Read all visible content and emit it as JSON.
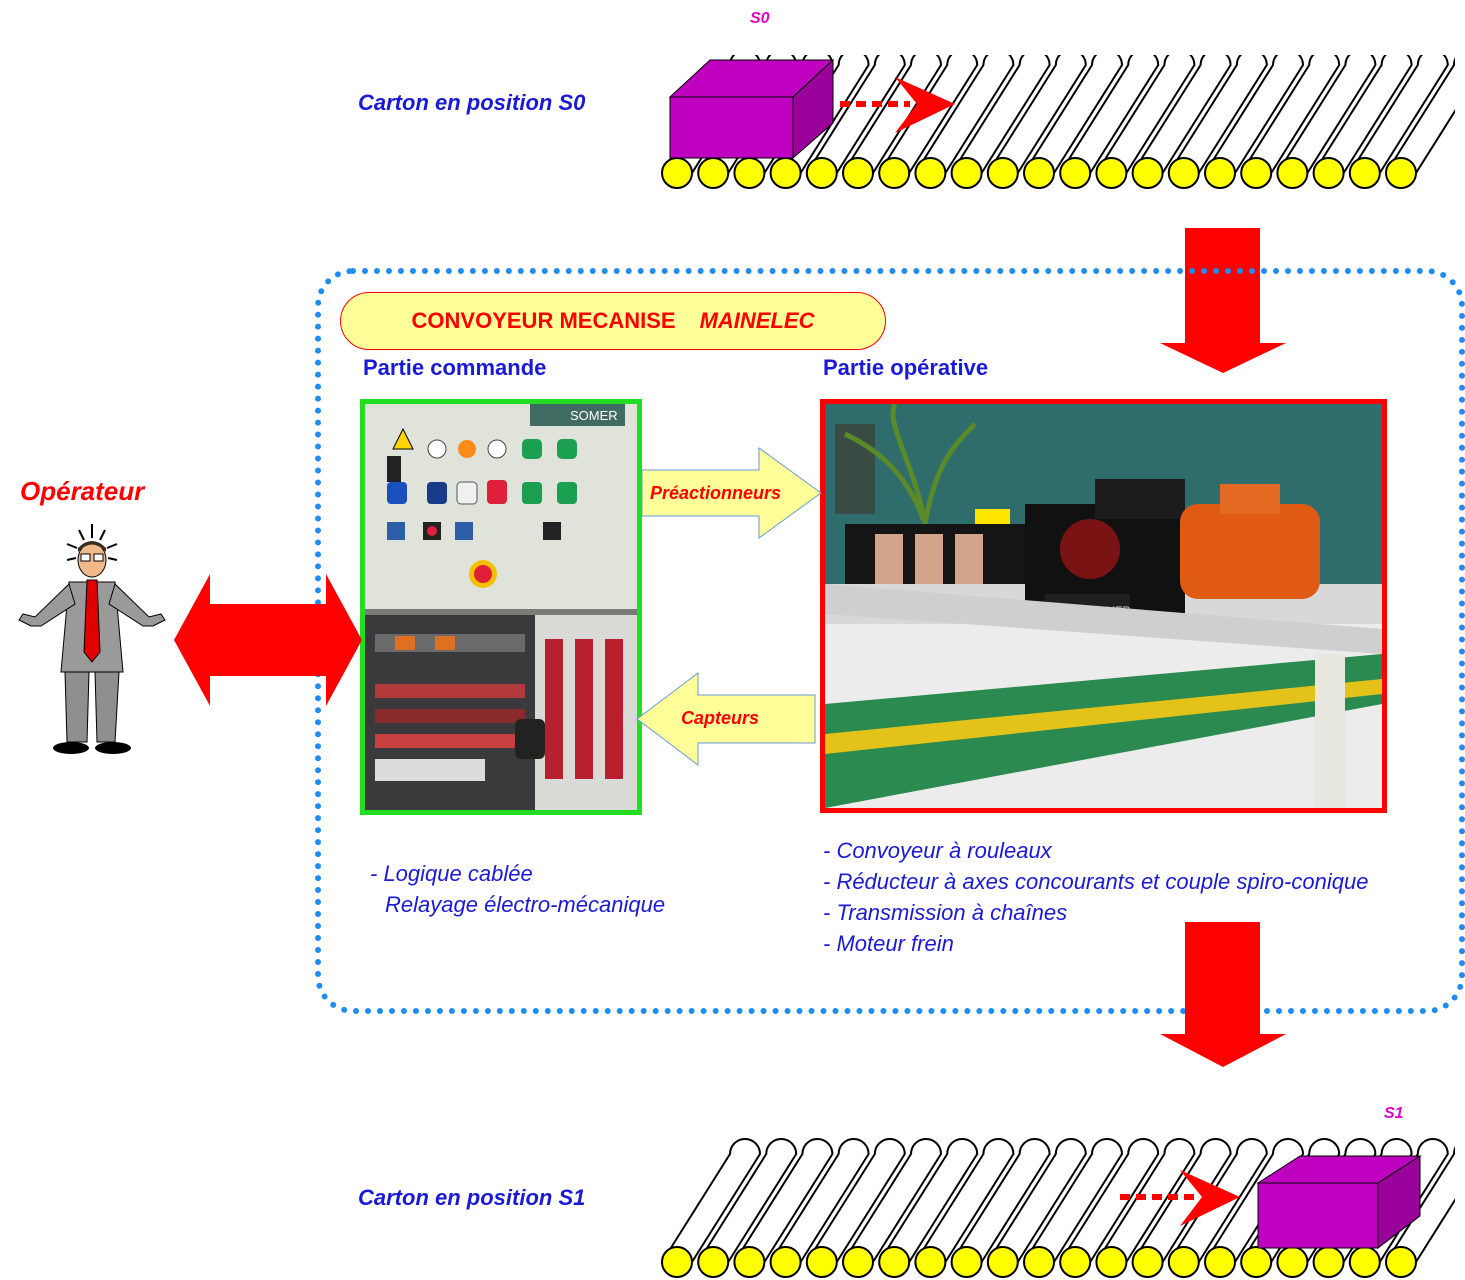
{
  "top_conveyor": {
    "sensor_label": "S0",
    "caption": "Carton en position S0"
  },
  "bottom_conveyor": {
    "sensor_label": "S1",
    "caption": "Carton en position S1"
  },
  "system": {
    "title_main": "CONVOYEUR MECANISE",
    "title_brand": "MAINELEC",
    "control_part": {
      "header": "Partie commande",
      "notes": [
        "- Logique cablée",
        "Relayage électro-mécanique"
      ],
      "panel_brand": "SOMER"
    },
    "operative_part": {
      "header": "Partie opérative",
      "notes": [
        "- Convoyeur à rouleaux",
        "- Réducteur à axes concourants et couple spiro-conique",
        "- Transmission à chaînes",
        "- Moteur frein"
      ],
      "motor_brand": "LEROY SOMER"
    },
    "arrows": {
      "to_operative": "Préactionneurs",
      "to_control": "Capteurs"
    }
  },
  "operator": {
    "label": "Opérateur"
  },
  "colors": {
    "box": "#c000c0",
    "roller": "#ffff00",
    "arrow_red": "#ff0000",
    "dotted_border": "#1e8cf0",
    "control_frame": "#22dd22",
    "operative_frame": "#ff0000",
    "signal_arrow": "#ffff99",
    "text_blue": "#1a1ad6"
  }
}
